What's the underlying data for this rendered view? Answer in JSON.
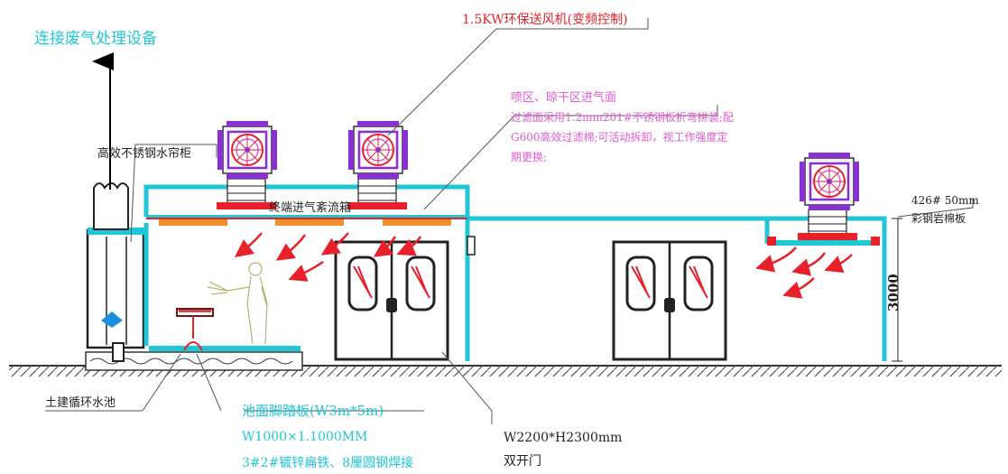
{
  "labels": {
    "exhaust": "连接废气处理设备",
    "fan": "1.5KW环保送风机(变频控制)",
    "intake_title": "喷区、晾干区进气面",
    "intake_line1": "过滤面采用1.2mm201#不锈钢板折弯拼装;配",
    "intake_line2": "G600高效过滤棉;可活动拆卸，视工作强度定",
    "intake_line3": "期更换;",
    "curtain": "高效不锈钢水帘柜",
    "plenum": "终端进气紊流箱",
    "panel1": "426#   50mm",
    "panel2": "彩钢岩棉板",
    "height": "3000",
    "pool": "土建循环水池",
    "grating1": "池面脚踏板(W3m*5m)",
    "grating2": "W1000×1.1000MM",
    "grating3": "3#2#镀锌扁铁、8厘圆钢焊接",
    "door1": "W2200*H2300mm",
    "door2": "双开门"
  },
  "colors": {
    "cyan": "#1fc6d6",
    "red": "#e8202a",
    "magenta": "#e25ad0",
    "purple": "#8a2fd4",
    "orange": "#f0902a"
  }
}
